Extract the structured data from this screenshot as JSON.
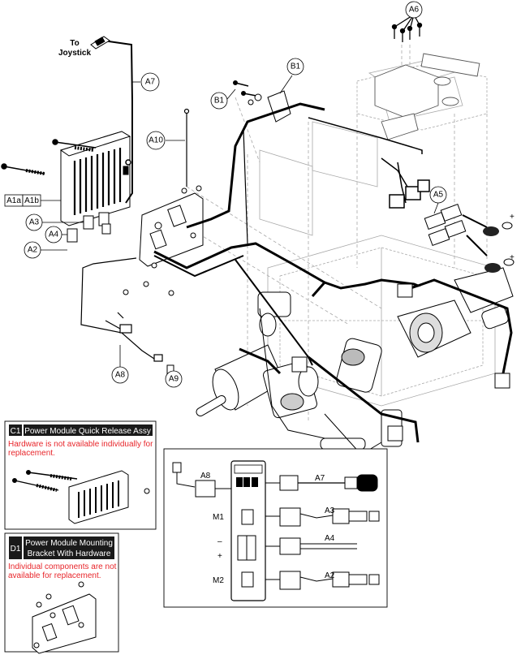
{
  "labels": {
    "to_joystick_1": "To",
    "to_joystick_2": "Joystick",
    "a1a": "A1a",
    "a1b": "A1b"
  },
  "callouts": {
    "a2": "A2",
    "a3": "A3",
    "a4": "A4",
    "a5": "A5",
    "a6": "A6",
    "a7": "A7",
    "a8": "A8",
    "a9": "A9",
    "a10": "A10",
    "b1_left": "B1",
    "b1_right": "B1"
  },
  "box_c1": {
    "code": "C1",
    "title": "Power Module Quick Release Assy",
    "note_line1": "Hardware is not available individually for",
    "note_line2": "replacement."
  },
  "box_d1": {
    "code": "D1",
    "title_line1": "Power Module Mounting",
    "title_line2": "Bracket With Hardware",
    "note_line1": "Individual components are not",
    "note_line2": "available for replacement."
  },
  "schematic": {
    "a8": "A8",
    "a7": "A7",
    "a3": "A3",
    "a4": "A4",
    "a2": "A2",
    "m1": "M1",
    "m2": "M2",
    "minus": "–",
    "plus": "+"
  },
  "battery_plus_1": "+",
  "battery_plus_2": "+",
  "colors": {
    "note_red": "#e8262b",
    "header_bg": "#1a1a1a",
    "line": "#000000",
    "ghost": "#9a9a9a"
  }
}
